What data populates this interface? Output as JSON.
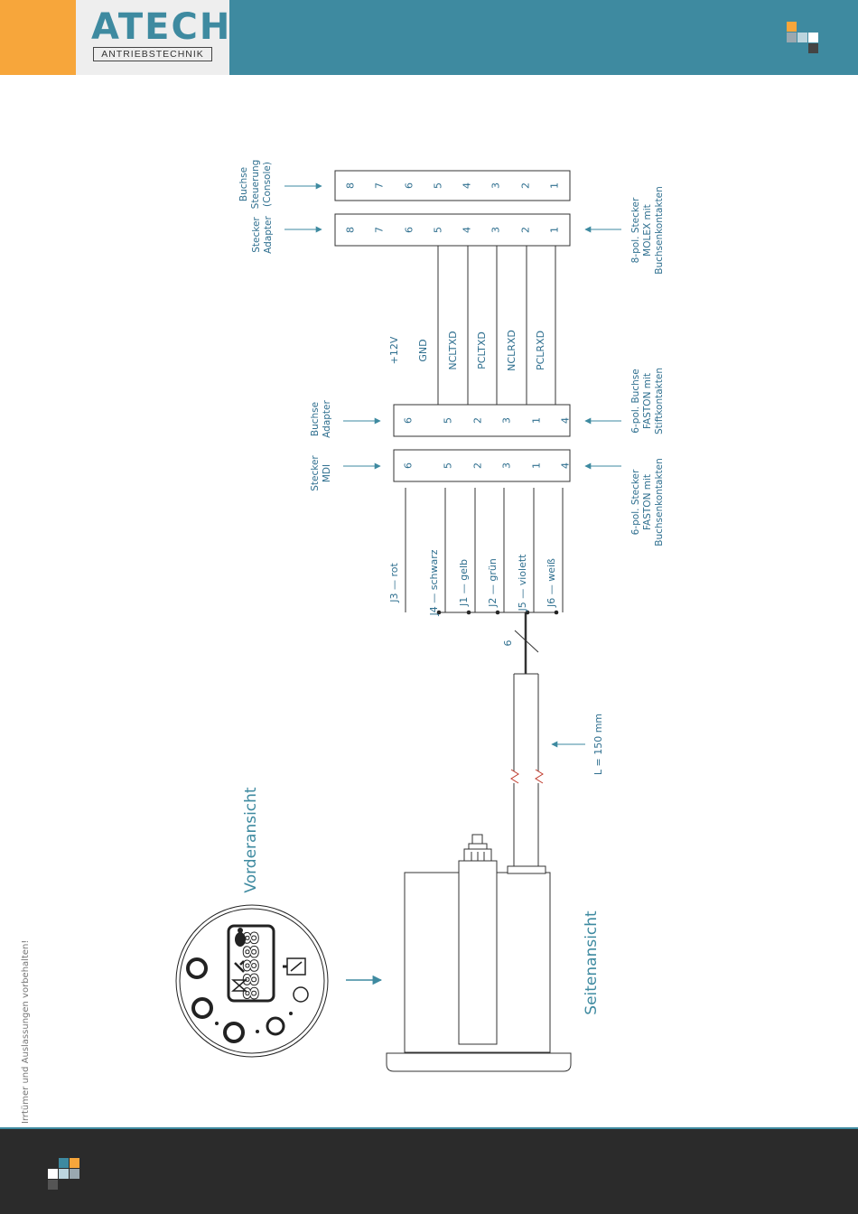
{
  "header": {
    "logo_title": "ATECH",
    "logo_subtitle": "ANTRIEBSTECHNIK"
  },
  "side_note": "Irrtümer und Auslassungen vorbehalten!",
  "views": {
    "front": "Vorderansicht",
    "side": "Seitenansicht"
  },
  "cable_length": "L = 150 mm",
  "bundle_count": "6",
  "display_digits": "88888",
  "wires": [
    {
      "label": "J3 — rot"
    },
    {
      "label": "J4 — schwarz"
    },
    {
      "label": "J1 — gelb"
    },
    {
      "label": "J2 — grün"
    },
    {
      "label": "J5 — violett"
    },
    {
      "label": "J6 — weiß"
    }
  ],
  "connectors": {
    "mdi_plug": {
      "label": [
        "Stecker",
        "MDI"
      ],
      "pins": [
        "6",
        "5",
        "2",
        "3",
        "1",
        "4"
      ]
    },
    "adapter_socket6": {
      "label": [
        "Buchse",
        "Adapter"
      ],
      "pins": [
        "6",
        "5",
        "2",
        "3",
        "1",
        "4"
      ]
    },
    "adapter_plug8": {
      "label": [
        "Stecker",
        "Adapter"
      ],
      "pins": [
        "8",
        "7",
        "6",
        "5",
        "4",
        "3",
        "2",
        "1"
      ]
    },
    "console_socket": {
      "label": [
        "Buchse",
        "Steuerung",
        "(Console)"
      ],
      "pins": [
        "8",
        "7",
        "6",
        "5",
        "4",
        "3",
        "2",
        "1"
      ]
    }
  },
  "signals": [
    "+12V",
    "GND",
    "NCLTXD",
    "PCLTXD",
    "NCLRXD",
    "PCLRXD"
  ],
  "notes": {
    "faston_plug": [
      "6-pol. Stecker",
      "FASTON mit",
      "Buchsenkontakten"
    ],
    "faston_socket": [
      "6-pol. Buchse",
      "FASTON mit",
      "Stiftkontakten"
    ],
    "molex_plug": [
      "8-pol. Stecker",
      "MOLEX mit",
      "Buchsenkontakten"
    ]
  },
  "colors": {
    "brand_teal": "#3e8aa0",
    "brand_orange": "#f7a63b",
    "label_blue": "#2f6f8f",
    "footer_dark": "#2b2b2b"
  }
}
